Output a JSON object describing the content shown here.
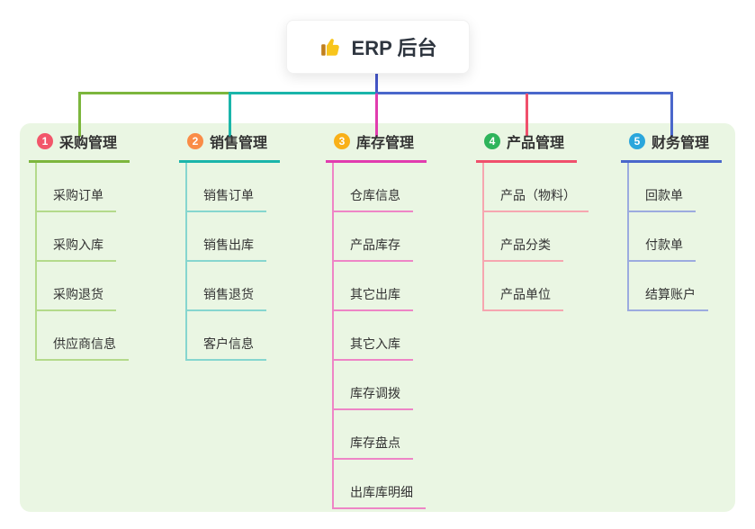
{
  "root": {
    "label": "ERP 后台",
    "icon": "thumbs-up-icon"
  },
  "connector_color": "#4455c7",
  "panel_color": "#eaf6e3",
  "branches": [
    {
      "key": "procurement",
      "badge": "1",
      "badge_color": "#f2566a",
      "line_color": "#7cb63d",
      "sub_line_color": "#b4da8b",
      "label": "采购管理",
      "children": [
        "采购订单",
        "采购入库",
        "采购退货",
        "供应商信息"
      ]
    },
    {
      "key": "sales",
      "badge": "2",
      "badge_color": "#fa8c47",
      "line_color": "#1ab5aa",
      "sub_line_color": "#86d6cf",
      "label": "销售管理",
      "children": [
        "销售订单",
        "销售出库",
        "销售退货",
        "客户信息"
      ]
    },
    {
      "key": "inventory",
      "badge": "3",
      "badge_color": "#f9b018",
      "line_color": "#e13caf",
      "sub_line_color": "#ee85c6",
      "label": "库存管理",
      "children": [
        "仓库信息",
        "产品库存",
        "其它出库",
        "其它入库",
        "库存调拨",
        "库存盘点",
        "出库库明细"
      ]
    },
    {
      "key": "product",
      "badge": "4",
      "badge_color": "#2eb45b",
      "line_color": "#f0506c",
      "sub_line_color": "#f6a6b0",
      "label": "产品管理",
      "children": [
        "产品（物料）",
        "产品分类",
        "产品单位"
      ]
    },
    {
      "key": "finance",
      "badge": "5",
      "badge_color": "#2aa6dc",
      "line_color": "#4a67cb",
      "sub_line_color": "#9cabdf",
      "label": "财务管理",
      "children": [
        "回款单",
        "付款单",
        "结算账户"
      ]
    }
  ]
}
